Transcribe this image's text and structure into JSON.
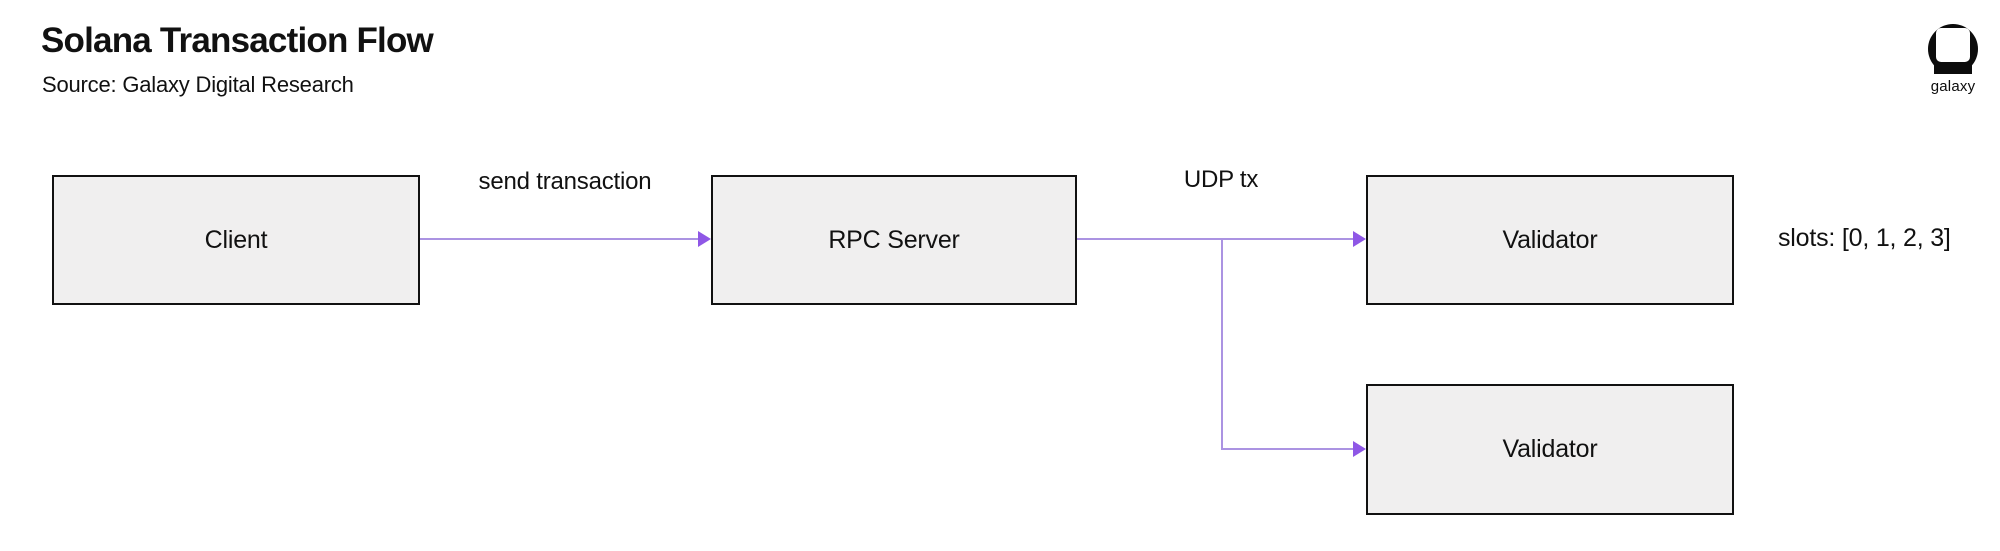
{
  "header": {
    "title": "Solana Transaction Flow",
    "source": "Source: Galaxy Digital Research"
  },
  "brand": {
    "logo_text": "galaxy"
  },
  "diagram": {
    "type": "flowchart",
    "nodes": [
      {
        "id": "client",
        "label": "Client"
      },
      {
        "id": "rpc-server",
        "label": "RPC Server"
      },
      {
        "id": "validator-1",
        "label": "Validator"
      },
      {
        "id": "validator-2",
        "label": "Validator"
      }
    ],
    "edges": [
      {
        "from": "client",
        "to": "rpc-server",
        "label": "send transaction"
      },
      {
        "from": "rpc-server",
        "to": "validator-1",
        "label": "UDP tx"
      },
      {
        "from": "rpc-server",
        "to": "validator-2",
        "label": ""
      }
    ],
    "edge_labels": {
      "send_transaction": "send transaction",
      "udp_tx": "UDP tx"
    },
    "annotations": {
      "slots": "slots: [0, 1, 2, 3]"
    }
  },
  "colors": {
    "arrow_line": "#AB93E2",
    "arrow_head": "#8F57E6",
    "node_fill": "#F0EFEF",
    "node_border": "#111111",
    "ink": "#111111"
  }
}
